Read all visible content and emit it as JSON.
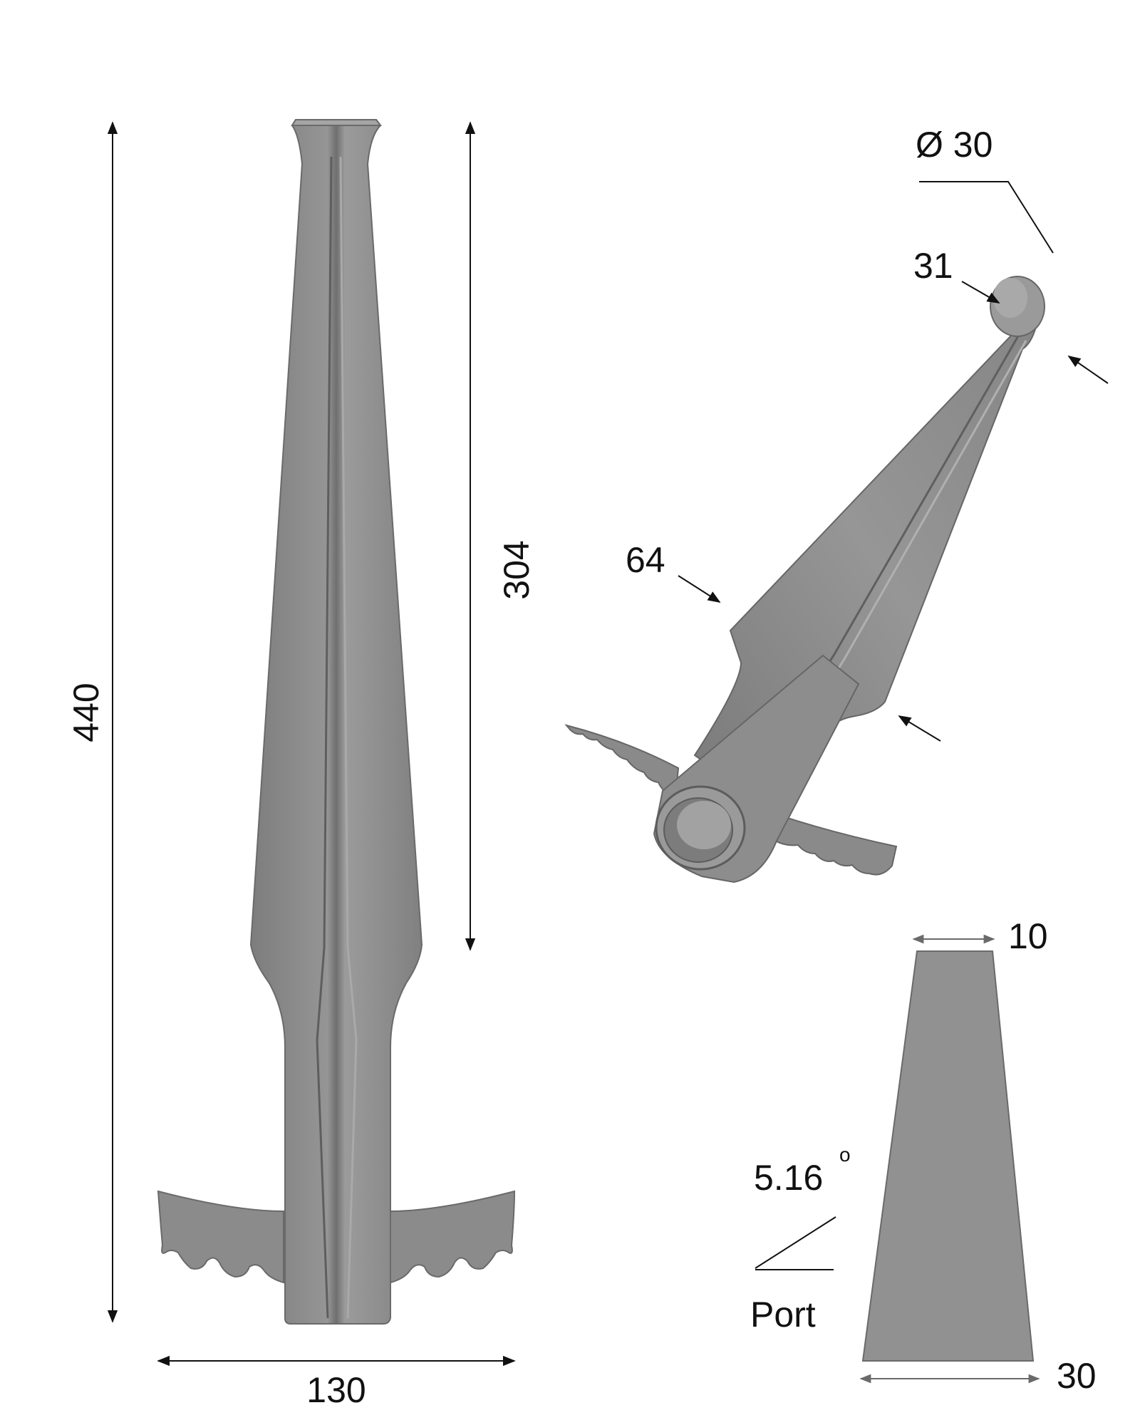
{
  "dimensions": {
    "total_height": "440",
    "blade_length": "304",
    "base_width": "130",
    "head_diameter": "Ø 30",
    "neck_width": "31",
    "blade_width": "64",
    "section_top": "10",
    "section_bottom": "30",
    "taper_angle": "5.16",
    "degree_symbol": "o",
    "taper_label": "Port"
  },
  "colors": {
    "metal_fill": "#8f8f8f",
    "metal_light": "#a7a7a7",
    "metal_dark": "#6e6e6e",
    "line": "#111111",
    "section_fill": "#919191"
  }
}
